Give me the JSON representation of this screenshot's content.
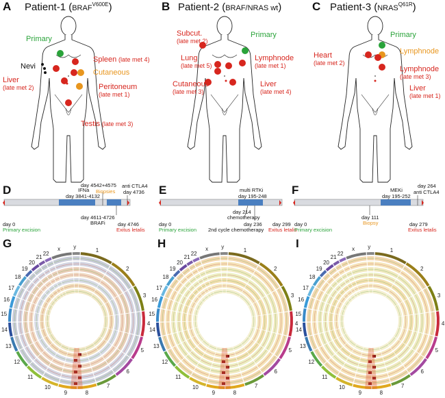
{
  "panels": {
    "A": {
      "letter": "A",
      "title_main": "Patient-1 (",
      "title_small": "BRAF",
      "title_sup": "V600E",
      "title_close": ")",
      "labels": {
        "primary": "Primary",
        "nevi": "Nevi",
        "spleen": "Spleen",
        "spleen_sub": "(late met 4)",
        "cutaneous": "Cutaneous",
        "liver": "Liver",
        "liver_sub": "(late met 2)",
        "peritoneum": "Peritoneum",
        "peritoneum_sub": "(late met 1)",
        "testis": "Testis",
        "testis_sub": "(late met 3)"
      }
    },
    "B": {
      "letter": "B",
      "title_main": "Patient-2 (",
      "title_small": "BRAF/NRAS wt",
      "title_close": ")",
      "labels": {
        "subcut": "Subcut.",
        "subcut_sub": "(late met 2)",
        "primary": "Primary",
        "lung": "Lung",
        "lung_sub": "(late met 5)",
        "lymphnode": "Lymphnode",
        "lymphnode_sub": "(late met 1)",
        "cutaneous": "Cutaneous",
        "cutaneous_sub": "(late met 3)",
        "liver": "Liver",
        "liver_sub": "(late met 4)"
      }
    },
    "C": {
      "letter": "C",
      "title_main": "Patient-3 (",
      "title_small": "NRAS",
      "title_sup": "Q61R",
      "title_close": ")",
      "labels": {
        "primary": "Primary",
        "heart": "Heart",
        "heart_sub": "(late met 2)",
        "lymphnode_o": "Lymphnode",
        "lymphnode": "Lymphnode",
        "lymphnode_sub": "(late met 3)",
        "liver": "Liver",
        "liver_sub": "(late met 1)"
      }
    },
    "D": {
      "letter": "D",
      "ifna": "IFNa",
      "ifna_day": "day 3841-4132",
      "biopsies_day": "day 4542+4575",
      "biopsies": "Biopsies",
      "anti": "anti CTLA4",
      "anti_day": "day 4736",
      "day0": "day 0",
      "primary": "Primary excision",
      "brafi_day": "day 4611-4726",
      "brafi": "BRAFi",
      "exitus_day": "day 4746",
      "exitus": "Exitus letalis"
    },
    "E": {
      "letter": "E",
      "rtki": "multi RTKi",
      "rtki_day": "day 195-248",
      "chemo_day": "day 214",
      "chemo": "chemotherapy",
      "day0": "day 0",
      "primary": "Primary excision",
      "chemo2_day": "day 236",
      "chemo2": "2nd cycle chemotherapy",
      "exitus_day": "day 299",
      "exitus": "Exitus letalis"
    },
    "F": {
      "letter": "F",
      "meki": "MEKi",
      "meki_day": "day 195-252",
      "anti_day": "day 264",
      "anti": "anti CTLA4",
      "day0": "day 0",
      "primary": "Primary excision",
      "biopsy_day": "day 111",
      "biopsy": "Biopsy",
      "exitus_day": "day 279",
      "exitus": "Exitus letalis"
    },
    "G": {
      "letter": "G"
    },
    "H": {
      "letter": "H"
    },
    "I": {
      "letter": "I"
    }
  },
  "chromosomes": [
    "1",
    "2",
    "3",
    "4",
    "5",
    "6",
    "7",
    "8",
    "9",
    "10",
    "11",
    "12",
    "13",
    "14",
    "15",
    "16",
    "17",
    "18",
    "19",
    "20",
    "21",
    "22",
    "x",
    "y"
  ],
  "colors": {
    "red": "#d7261e",
    "green": "#2aa33a",
    "orange": "#e8961e",
    "black": "#111111",
    "timeline_blue": "#4a7fc0",
    "timeline_gray": "#d9dbe0"
  }
}
